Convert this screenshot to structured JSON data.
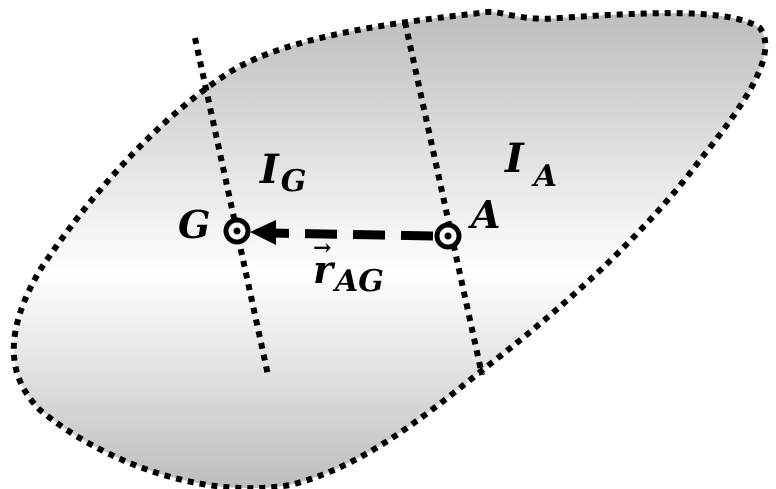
{
  "figure": {
    "point_g": {
      "label": "G"
    },
    "point_a": {
      "label": "A"
    },
    "inertia_g": {
      "symbol": "I",
      "subscript": "G"
    },
    "inertia_a": {
      "symbol": "I",
      "subscript": "A"
    },
    "vector": {
      "arrow": "→",
      "symbol": "r",
      "subscript": "AG"
    }
  },
  "colors": {
    "stroke": "#000000",
    "shade_light": "#ffffff",
    "shade_dark": "#bdbdbd"
  }
}
